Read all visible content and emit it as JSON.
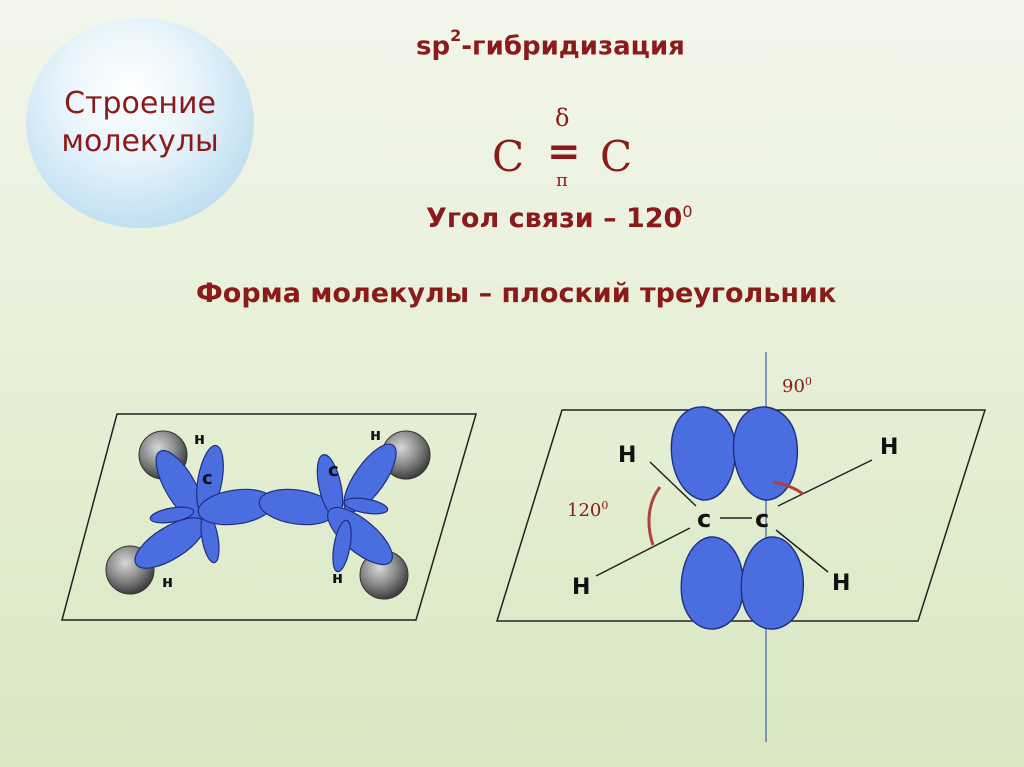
{
  "badge": {
    "line1": "Строение",
    "line2": "молекулы"
  },
  "title": {
    "prefix": "sp",
    "sup": "2",
    "rest": "-гибридизация"
  },
  "formula": {
    "left_atom": "С",
    "bond": "=",
    "sigma": "δ",
    "pi": "π",
    "right_atom": "С"
  },
  "bond_angle": {
    "text": "Угол связи – 120",
    "sup": "0"
  },
  "molecule_shape": "Форма молекулы – плоский треугольник",
  "left_diagram": {
    "h_top_left": "н",
    "h_top_right": "н",
    "h_bottom_left": "н",
    "h_bottom_right": "н",
    "c_left": "с",
    "c_right": "с"
  },
  "right_diagram": {
    "h_top_left": "Н",
    "h_top_right": "Н",
    "h_bottom_left": "Н",
    "h_bottom_right": "Н",
    "c_left": "с",
    "c_right": "с",
    "bond": "—",
    "angle_plane": "120",
    "angle_plane_sup": "0",
    "angle_perp": "90",
    "angle_perp_sup": "0"
  },
  "colors": {
    "accent": "#8b1a1a",
    "orbital": "#4a6ee0",
    "hydrogen": "#6e6e6e"
  }
}
